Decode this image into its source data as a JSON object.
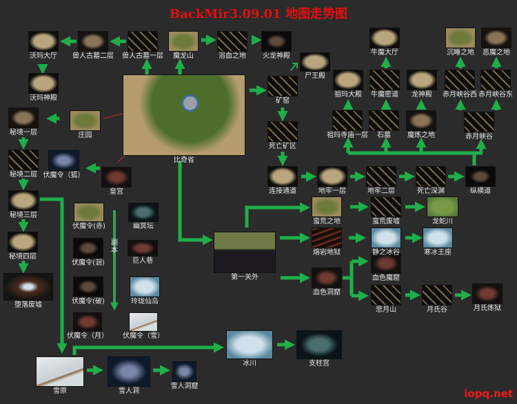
{
  "title": "BackMir3.09.01 地图走势图",
  "watermark": "iopq.net",
  "instance_label": "副本",
  "colors": {
    "arrow": "#1fae4a",
    "title": "#e01010",
    "background": "#2b2b2b",
    "pointer_line": "#c0302a"
  },
  "nodes": [
    "沃玛大厅",
    "兽人古墓二层",
    "兽人古墓一层",
    "魔龙山",
    "浴血之地",
    "火龙神殿",
    "尸王殿",
    "沃玛神殿",
    "比奇省",
    "庄园",
    "矿窑",
    "秘境一层",
    "死亡矿区",
    "伏魔令（狐）",
    "皇宫",
    "秘境二层",
    "连接通道",
    "地牢一层",
    "地牢二层",
    "死亡深渊",
    "纵横道",
    "祖玛寺庙一层",
    "石墓",
    "魔炼之地",
    "赤月峡谷",
    "祖玛大殿",
    "牛魔密道",
    "龙神殿",
    "赤月峡谷西",
    "赤月峡谷东",
    "牛魔大厅",
    "沉睡之地",
    "恶魔之地",
    "秘境三层",
    "秘境四层",
    "堕落废墟",
    "伏魔令(赤)",
    "幽冥坛",
    "伏魔令(洄)",
    "巨人巷",
    "伏魔令(破)",
    "玲珑仙岛",
    "伏魔令（月）",
    "伏魔令（雪）",
    "第一关外",
    "蛮荒之地",
    "蛮荒废墟",
    "龙蛇川",
    "熔岩地狱",
    "静之冰谷",
    "寒冰王座",
    "血色洞窟",
    "血色魔窟",
    "悲月山",
    "月氏谷",
    "月氏炼狱",
    "冰川",
    "支柱宫",
    "雪原",
    "雪人洞",
    "雪人洞窟"
  ]
}
